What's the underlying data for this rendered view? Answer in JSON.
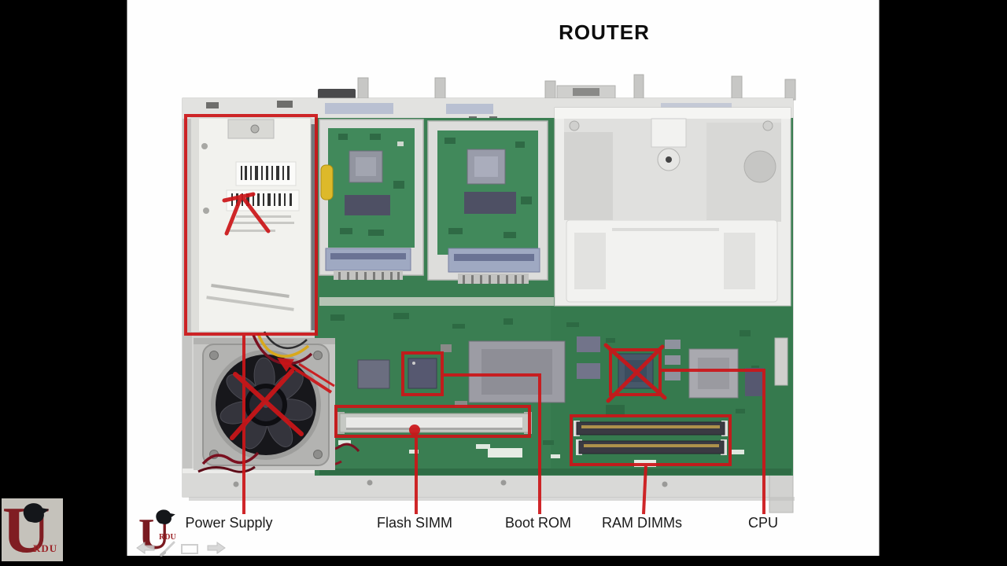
{
  "frame": {
    "background": "#000000"
  },
  "slide": {
    "title": "ROUTER",
    "background": "#fefefe"
  },
  "photo": {
    "subject": "Opened router chassis, top view, internal components annotated",
    "annotation_style": "red boxes with leader lines"
  },
  "labels": {
    "items": [
      {
        "text": "Power Supply"
      },
      {
        "text": "Flash SIMM"
      },
      {
        "text": "Boot ROM"
      },
      {
        "text": "RAM DIMMs"
      },
      {
        "text": "CPU"
      }
    ]
  },
  "watermark": {
    "big_letter": "U",
    "small_letters": "RDU"
  },
  "toolbar": {
    "icons": [
      {
        "name": "previous-slide-arrow"
      },
      {
        "name": "pen"
      },
      {
        "name": "slide-box"
      },
      {
        "name": "next-slide-arrow"
      }
    ]
  },
  "colors": {
    "annotation_red": "#cc1518",
    "pcb_green": "#3a7e52",
    "chassis_gray": "#d6d6d4",
    "logo_red": "#7a1a20"
  }
}
